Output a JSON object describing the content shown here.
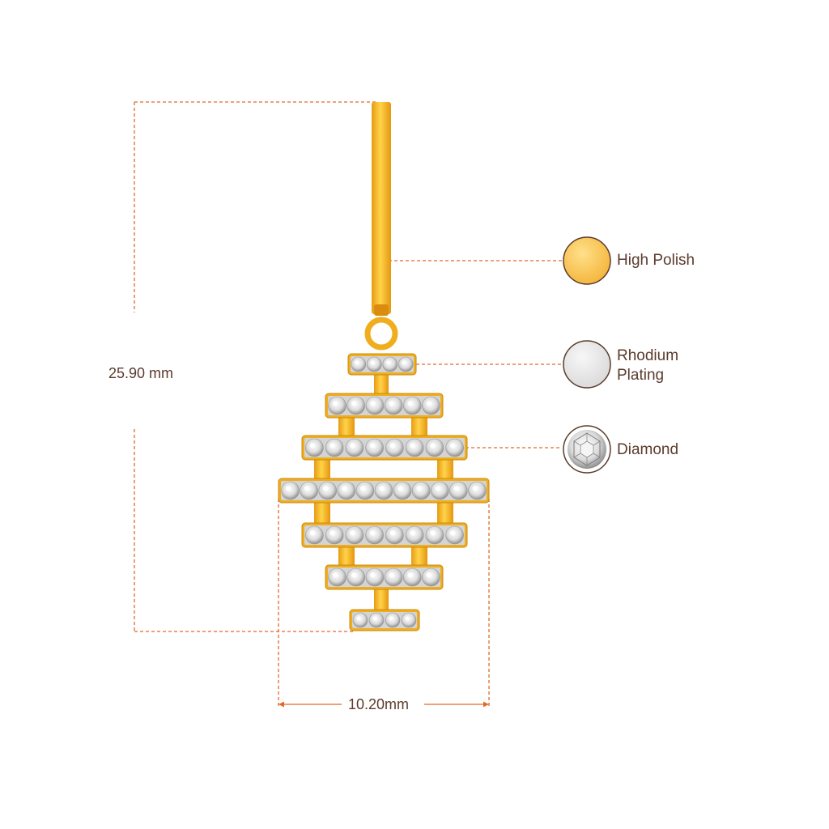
{
  "dimensions": {
    "height": "25.90 mm",
    "width": "10.20mm"
  },
  "legend": {
    "high_polish": "High Polish",
    "rhodium_plating": "Rhodium Plating",
    "diamond": "Diamond"
  },
  "colors": {
    "guide_line": "#e2692c",
    "gold": "#f3b31c",
    "gold_light": "#ffd95e",
    "rhodium": "#e6e6e6",
    "text": "#5b3b2d"
  }
}
